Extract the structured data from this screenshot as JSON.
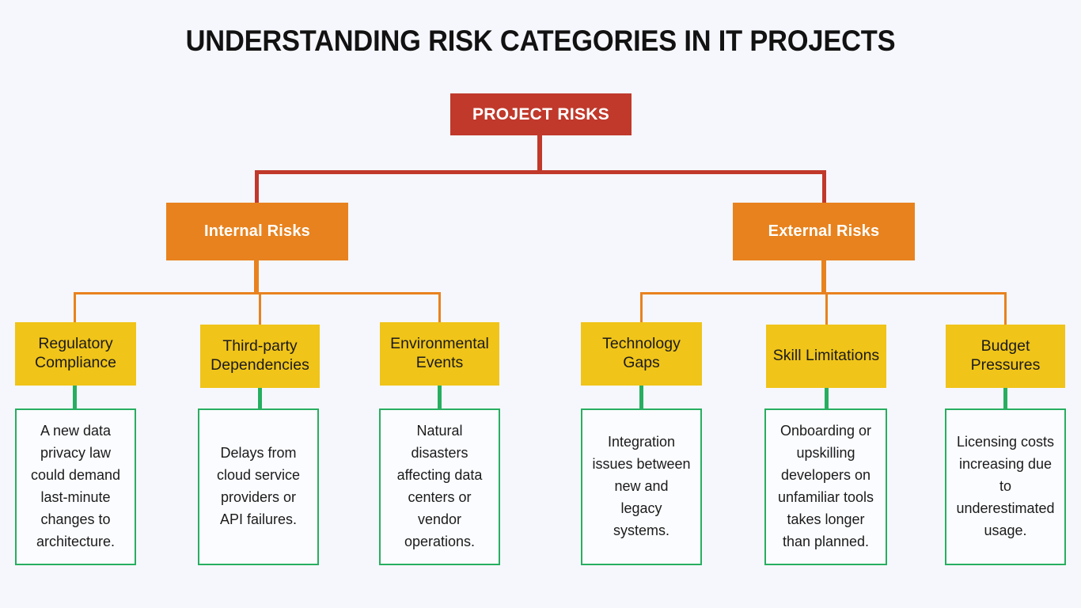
{
  "page": {
    "title": "UNDERSTANDING RISK CATEGORIES IN IT PROJECTS",
    "background_color": "#f6f7fd"
  },
  "colors": {
    "root": "#c0392b",
    "branch": "#e8821e",
    "category": "#f0c419",
    "leaf_border": "#27ae60",
    "leaf_fill": "#fbfcff",
    "text_dark": "#1b1b1b",
    "text_light": "#ffffff"
  },
  "diagram": {
    "type": "tree",
    "root": {
      "label": "PROJECT RISKS"
    },
    "branches": [
      {
        "label": "Internal Risks",
        "categories": [
          {
            "label": "Regulatory Compliance",
            "detail": "A new data privacy law could demand last-minute changes to architecture."
          },
          {
            "label": "Third-party Dependencies",
            "detail": "Delays from cloud service providers or API failures."
          },
          {
            "label": "Environmental Events",
            "detail": "Natural disasters affecting data centers or vendor operations."
          }
        ]
      },
      {
        "label": "External Risks",
        "categories": [
          {
            "label": "Technology Gaps",
            "detail": "Integration issues between new and legacy systems."
          },
          {
            "label": "Skill Limitations",
            "detail": "Onboarding or upskilling developers on unfamiliar tools takes longer than planned."
          },
          {
            "label": "Budget Pressures",
            "detail": "Licensing costs increasing due to underestimated usage."
          }
        ]
      }
    ]
  }
}
